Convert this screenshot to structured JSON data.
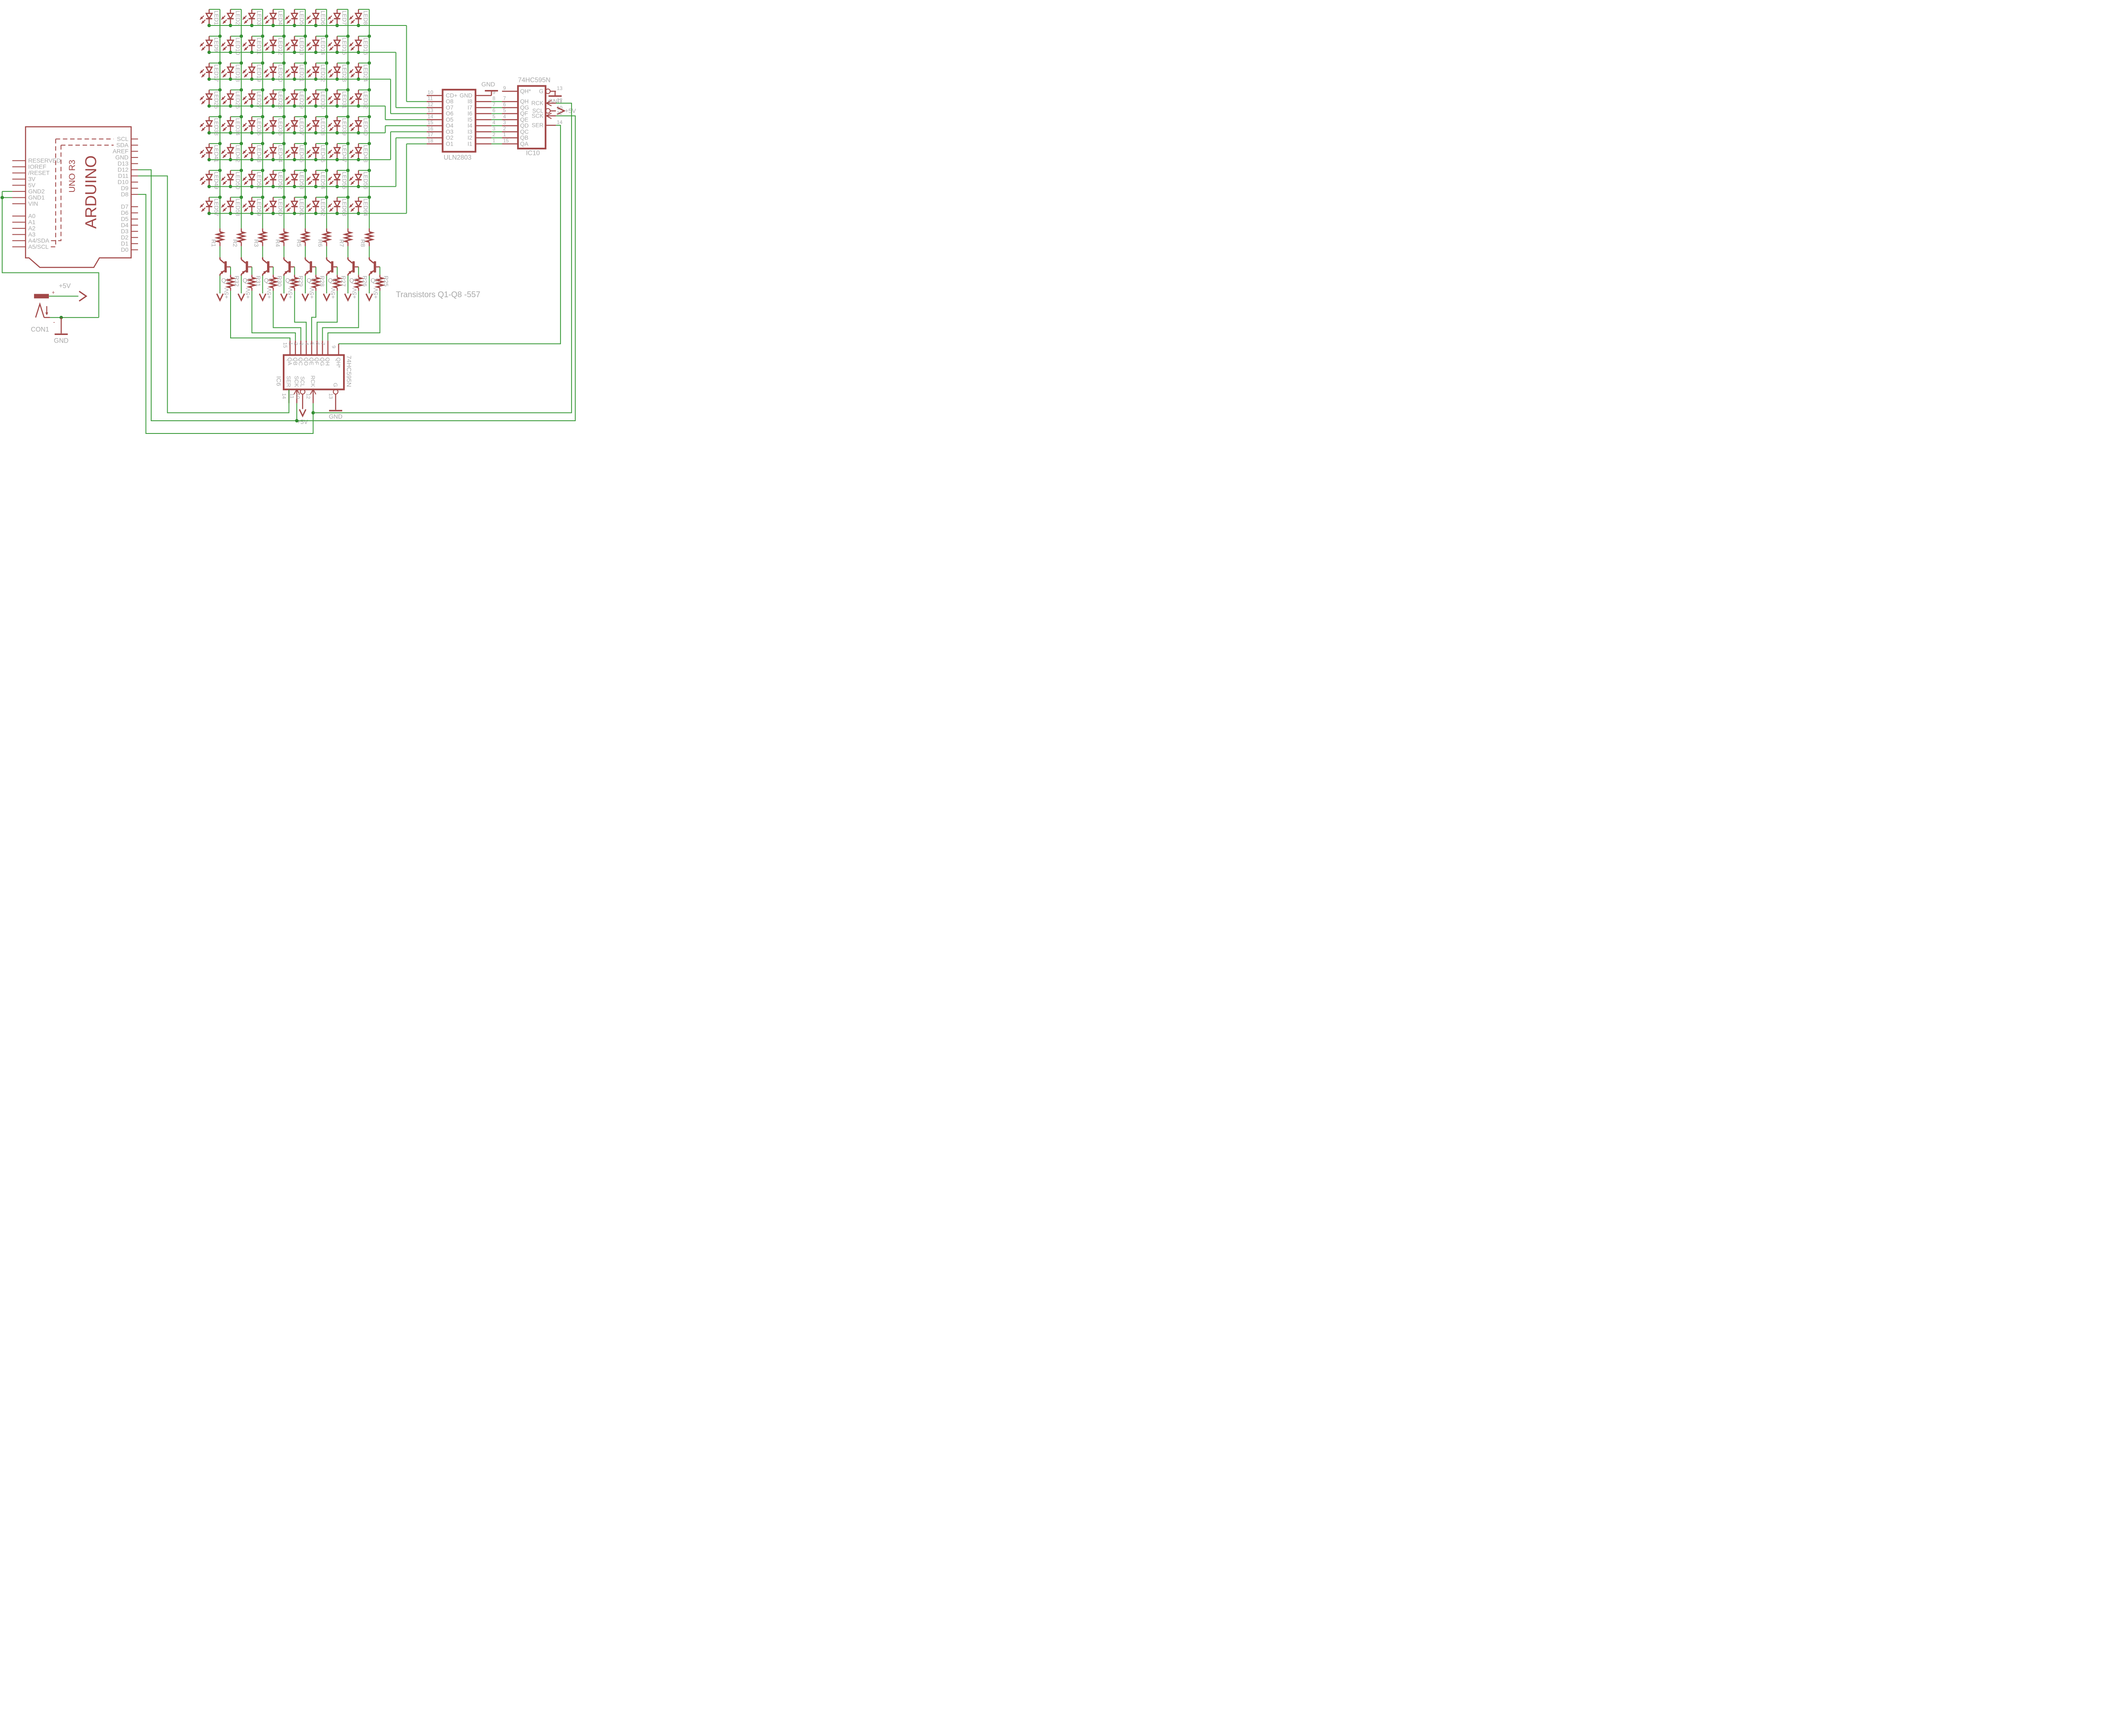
{
  "colors": {
    "component": "#a24848",
    "wire": "#3d9c3d",
    "junction": "#2f8a2f",
    "label": "#a9a9a9",
    "background": "#ffffff"
  },
  "arduino": {
    "title": "ARDUINO",
    "subtitle": "UNO R3",
    "left_pins": [
      "RESERVED",
      "IOREF",
      "/RESET",
      "3V",
      "5V",
      "GND2",
      "GND1",
      "VIN",
      "",
      "A0",
      "A1",
      "A2",
      "A3",
      "A4/SDA",
      "A5/SCL"
    ],
    "right_pins": [
      "SCL",
      "SDA",
      "AREF",
      "GND",
      "D13",
      "D12",
      "D11",
      "D10",
      "D9",
      "D8",
      "",
      "D7",
      "D6",
      "D5",
      "D4",
      "D3",
      "D2",
      "D1",
      "D0"
    ]
  },
  "matrix": {
    "led_prefix": "LED",
    "rows": 8,
    "cols": 8,
    "count": 64
  },
  "drivers": {
    "column_resistors": [
      "R1",
      "R2",
      "R3",
      "R4",
      "R5",
      "R6",
      "R7",
      "R8"
    ],
    "transistors": [
      "Q1",
      "Q2",
      "Q3",
      "Q4",
      "Q5",
      "Q6",
      "Q7",
      "Q8"
    ],
    "base_resistors": [
      "R32",
      "R31",
      "R30",
      "R29",
      "R28",
      "R27",
      "R26",
      "R25"
    ],
    "note": "Transistors Q1-Q8 -557",
    "supply_label": "+5V"
  },
  "uln2803": {
    "name": "ULN2803",
    "left_pins": [
      {
        "num": "10",
        "label": "CD+"
      },
      {
        "num": "11",
        "label": "O8"
      },
      {
        "num": "12",
        "label": "O7"
      },
      {
        "num": "13",
        "label": "O6"
      },
      {
        "num": "14",
        "label": "O5"
      },
      {
        "num": "15",
        "label": "O4"
      },
      {
        "num": "16",
        "label": "O3"
      },
      {
        "num": "17",
        "label": "O2"
      },
      {
        "num": "18",
        "label": "O1"
      }
    ],
    "right_pins": [
      {
        "num": "9",
        "label": "GND"
      },
      {
        "num": "8",
        "label": "I8"
      },
      {
        "num": "7",
        "label": "I7"
      },
      {
        "num": "6",
        "label": "I6"
      },
      {
        "num": "5",
        "label": "I5"
      },
      {
        "num": "4",
        "label": "I4"
      },
      {
        "num": "3",
        "label": "I3"
      },
      {
        "num": "2",
        "label": "I2"
      },
      {
        "num": "1",
        "label": "I1"
      }
    ],
    "gnd_label": "GND"
  },
  "ic10": {
    "ref": "IC10",
    "part": "74HC595N",
    "left_pins": [
      {
        "num": "9",
        "label": "QH*"
      },
      {
        "num": "7",
        "label": "QH"
      },
      {
        "num": "6",
        "label": "QG"
      },
      {
        "num": "5",
        "label": "QF"
      },
      {
        "num": "4",
        "label": "QE"
      },
      {
        "num": "3",
        "label": "QD"
      },
      {
        "num": "2",
        "label": "QC"
      },
      {
        "num": "1",
        "label": "QB"
      },
      {
        "num": "15",
        "label": "QA"
      }
    ],
    "right_pins": [
      {
        "num": "13",
        "label": "G",
        "deco": "bubble",
        "net": "gnd"
      },
      {
        "num": "12",
        "label": "RCK",
        "deco": "clock",
        "net": "rck"
      },
      {
        "num": "10",
        "label": "SCL",
        "deco": "bubble",
        "net": "plus5"
      },
      {
        "num": "11",
        "label": "SCK",
        "deco": "clock",
        "net": "sck"
      },
      {
        "num": "14",
        "label": "SER",
        "net": "ser"
      }
    ],
    "gnd_label": "GND",
    "supply_label": "+5V"
  },
  "ic6": {
    "ref": "IC6",
    "part": "74HC595N",
    "top_pins": [
      {
        "num": "15",
        "label": "QA"
      },
      {
        "num": "1",
        "label": "QB"
      },
      {
        "num": "2",
        "label": "QC"
      },
      {
        "num": "3",
        "label": "QD"
      },
      {
        "num": "4",
        "label": "QE"
      },
      {
        "num": "5",
        "label": "QF"
      },
      {
        "num": "6",
        "label": "QG"
      },
      {
        "num": "7",
        "label": "QH"
      },
      {
        "num": "9",
        "label": "QH*"
      }
    ],
    "bottom_pins": [
      {
        "num": "14",
        "label": "SER"
      },
      {
        "num": "11",
        "label": "SCK",
        "deco": "clock"
      },
      {
        "num": "10",
        "label": "SCL",
        "deco": "bubble",
        "net": "plus5"
      },
      {
        "num": "12",
        "label": "RCK",
        "deco": "clock"
      },
      {
        "num": "13",
        "label": "G",
        "deco": "bubble",
        "net": "gnd"
      }
    ],
    "gnd_label": "GND",
    "supply_label": "+5V"
  },
  "con1": {
    "ref": "CON1",
    "plus": "+",
    "minus": "-",
    "supply_label": "+5V",
    "gnd_label": "GND"
  }
}
